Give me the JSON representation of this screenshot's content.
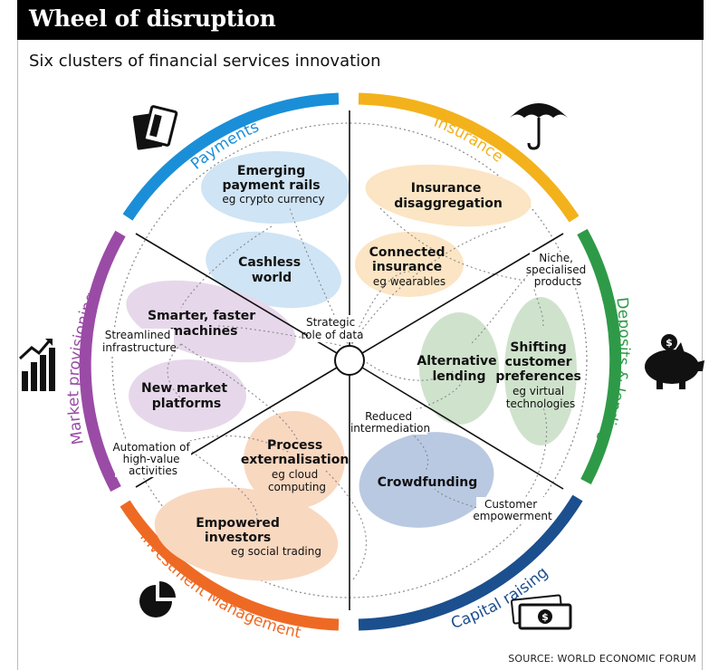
{
  "header": {
    "title": "Wheel of disruption",
    "subtitle": "Six clusters of financial services innovation"
  },
  "segments": [
    {
      "id": "payments",
      "label": "Payments",
      "color": "#1a8fd8",
      "icon": "credit-cards-icon"
    },
    {
      "id": "insurance",
      "label": "Insurance",
      "color": "#f3b21b",
      "icon": "umbrella-icon"
    },
    {
      "id": "deposits",
      "label": "Deposits & lending",
      "color": "#2e9a48",
      "icon": "piggy-bank-icon"
    },
    {
      "id": "capital",
      "label": "Capital raising",
      "color": "#1b4f8e",
      "icon": "cash-icon"
    },
    {
      "id": "investment",
      "label": "Investment Management",
      "color": "#ee6a24",
      "icon": "pie-chart-icon"
    },
    {
      "id": "market",
      "label": "Market provisioning",
      "color": "#9a4ba6",
      "icon": "growth-chart-icon"
    }
  ],
  "clusters": [
    {
      "id": "emerging-payment-rails",
      "title": [
        "Emerging",
        "payment rails"
      ],
      "note": [
        "eg crypto currency"
      ],
      "color": "#cfe4f5"
    },
    {
      "id": "cashless-world",
      "title": [
        "Cashless",
        "world"
      ],
      "note": [],
      "color": "#cfe4f5"
    },
    {
      "id": "insurance-disaggregation",
      "title": [
        "Insurance",
        "disaggregation"
      ],
      "note": [],
      "color": "#fbe5c4"
    },
    {
      "id": "connected-insurance",
      "title": [
        "Connected",
        "insurance"
      ],
      "note": [
        "eg wearables"
      ],
      "color": "#fbe5c4"
    },
    {
      "id": "alternative-lending",
      "title": [
        "Alternative",
        "lending"
      ],
      "note": [],
      "color": "#cfe3cc"
    },
    {
      "id": "shifting-customer-preferences",
      "title": [
        "Shifting",
        "customer",
        "preferences"
      ],
      "note": [
        "eg virtual",
        "technologies"
      ],
      "color": "#cfe3cc"
    },
    {
      "id": "crowdfunding",
      "title": [
        "Crowdfunding"
      ],
      "note": [],
      "color": "#b9c9e2"
    },
    {
      "id": "empowered-investors",
      "title": [
        "Empowered",
        "investors"
      ],
      "note": [
        "eg social trading"
      ],
      "color": "#f9d8c0"
    },
    {
      "id": "process-externalisation",
      "title": [
        "Process",
        "externalisation"
      ],
      "note": [
        "eg cloud",
        "computing"
      ],
      "color": "#f9d8c0"
    },
    {
      "id": "smarter-faster-machines",
      "title": [
        "Smarter, faster",
        "machines"
      ],
      "note": [],
      "color": "#e6d8ea"
    },
    {
      "id": "new-market-platforms",
      "title": [
        "New market",
        "platforms"
      ],
      "note": [],
      "color": "#e6d8ea"
    }
  ],
  "themes": [
    {
      "id": "strategic-role-of-data",
      "lines": [
        "Strategic",
        "role of data"
      ]
    },
    {
      "id": "niche-specialised-products",
      "lines": [
        "Niche,",
        "specialised",
        "products"
      ]
    },
    {
      "id": "streamlined-infrastructure",
      "lines": [
        "Streamlined",
        "infrastructure"
      ]
    },
    {
      "id": "reduced-intermediation",
      "lines": [
        "Reduced",
        "intermediation"
      ]
    },
    {
      "id": "automation-of-high-value-activities",
      "lines": [
        "Automation of",
        "high-value",
        "activities"
      ]
    },
    {
      "id": "customer-empowerment",
      "lines": [
        "Customer",
        "empowerment"
      ]
    }
  ],
  "source": "SOURCE: WORLD ECONOMIC FORUM"
}
